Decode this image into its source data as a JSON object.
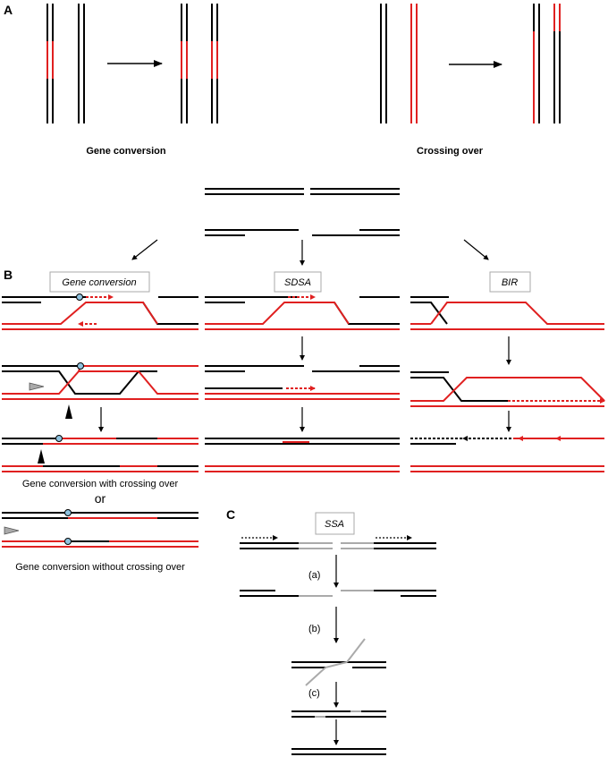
{
  "panels": {
    "a": "A",
    "b": "B",
    "c": "C"
  },
  "panel_a": {
    "left_caption": "Gene conversion",
    "right_caption": "Crossing over"
  },
  "panel_b": {
    "box_gene_conversion": "Gene conversion",
    "box_sdsa": "SDSA",
    "box_bir": "BIR",
    "with_crossing": "Gene conversion with crossing over",
    "or": "or",
    "without_crossing": "Gene conversion without crossing over"
  },
  "panel_c": {
    "box_ssa": "SSA",
    "step_a": "(a)",
    "step_b": "(b)",
    "step_c": "(c)"
  },
  "colors": {
    "black": "#000000",
    "red": "#e02020",
    "gray": "#a8a8a8",
    "dot": "#8fc3e0"
  }
}
